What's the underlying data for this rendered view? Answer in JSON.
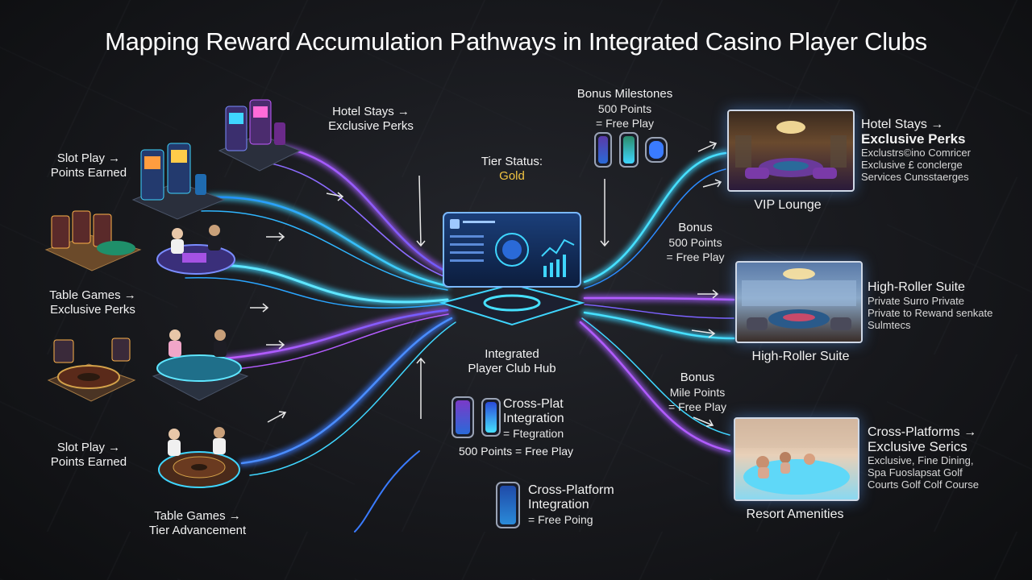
{
  "title": "Mapping Reward Accumulation Pathways in Integrated Casino Player Clubs",
  "left": {
    "slot1": {
      "line1": "Slot Play →",
      "line2": "Points Earned"
    },
    "hotel_top": {
      "line1": "Hotel Stays →",
      "line2": "Exclusive Perks"
    },
    "table1": {
      "line1": "Table Games →",
      "line2": "Exclusive Perks"
    },
    "slot2": {
      "line1": "Slot Play →",
      "line2": "Points Earned"
    },
    "table2": {
      "line1": "Table Games →",
      "line2": "Tier Advancement"
    }
  },
  "center": {
    "tier": {
      "line1": "Tier Status:",
      "value": "Gold"
    },
    "hub": {
      "line1": "Integrated",
      "line2": "Player Club Hub"
    },
    "milestones": {
      "line1": "Bonus Milestones",
      "line2": "500 Points",
      "line3": "= Free Play"
    },
    "crossplat": {
      "line1": "Cross-Plat",
      "line2": "Integration",
      "line3": "= Ftegration",
      "line4": "500 Points = Free Play"
    },
    "crossplatform": {
      "line1": "Cross-Platform",
      "line2": "Integration",
      "line3": "= Free Poing"
    }
  },
  "right": {
    "bonus1": {
      "line1": "Bonus",
      "line2": "500 Points",
      "line3": "= Free Play"
    },
    "bonus2": {
      "line1": "Bonus",
      "line2": "Mile Points",
      "line3": "= Free Play"
    },
    "vip": {
      "caption": "VIP Lounge",
      "title1": "Hotel Stays →",
      "title2": "Exclusive Perks",
      "d1": "Exclustrs©ino Comricer",
      "d2": "Exclusive £ conclerge",
      "d3": "Services Cunsstaerges"
    },
    "suite": {
      "caption": "High-Roller Suite",
      "title": "High-Roller Suite",
      "d1": "Private Surro Private",
      "d2": "Private to Rewand senkate",
      "d3": "Sulmtecs"
    },
    "resort": {
      "caption": "Resort Amenities",
      "title1": "Cross-Platforms →",
      "title2": "Exclusive Serics",
      "d1": "Exclusive, Fine Dining,",
      "d2": "Spa Fuoslapsat Golf",
      "d3": "Courts Golf Colf Course"
    }
  },
  "colors": {
    "cyan": "#3fd6ff",
    "purple": "#a55bff",
    "blue": "#3a7bff",
    "gold": "#f2c542"
  }
}
